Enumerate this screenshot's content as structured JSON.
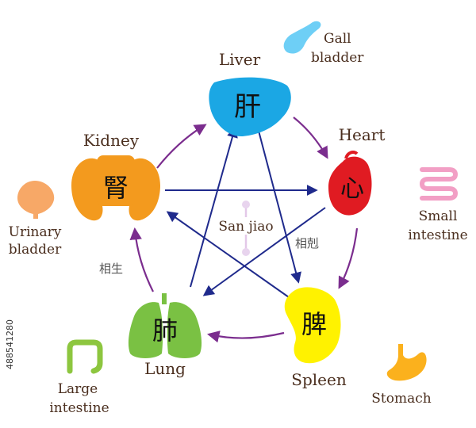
{
  "organs": {
    "liver": {
      "name": "Liver",
      "kanji": "肝",
      "color": "#1ba7e4"
    },
    "heart": {
      "name": "Heart",
      "kanji": "心",
      "color": "#e01b22"
    },
    "spleen": {
      "name": "Spleen",
      "kanji": "脾",
      "color": "#fff200"
    },
    "lung": {
      "name": "Lung",
      "kanji": "肺",
      "color": "#7ac143"
    },
    "kidney": {
      "name": "Kidney",
      "kanji": "腎",
      "color": "#f39a1e"
    }
  },
  "paired": {
    "gallbladder": {
      "line1": "Gall",
      "line2": "bladder",
      "color": "#6ecff6"
    },
    "small_intestine": {
      "line1": "Small",
      "line2": "intestine",
      "color": "#f29fc5"
    },
    "stomach": {
      "line1": "Stomach",
      "color": "#fbb11d"
    },
    "large_intestine": {
      "line1": "Large",
      "line2": "intestine",
      "color": "#8dc63f"
    },
    "urinary_bladder": {
      "line1": "Urinary",
      "line2": "bladder",
      "color": "#f7a867"
    }
  },
  "center": {
    "label": "San jiao"
  },
  "cycles": {
    "generating": {
      "label": "相生",
      "color": "#7b2d8e"
    },
    "controlling": {
      "label": "相剋",
      "color": "#1f2a8c"
    }
  },
  "stock_id": "488541280"
}
